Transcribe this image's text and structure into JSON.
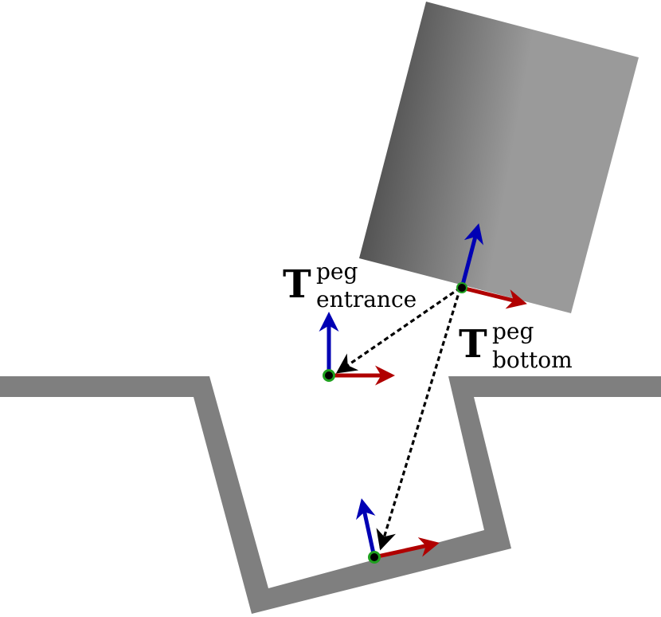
{
  "colors": {
    "background": "#ffffff",
    "hole_wall": "#7f7f7f",
    "peg_dark": "#4a4a4a",
    "peg_light": "#9a9a9a",
    "x_axis": "#b00000",
    "z_axis": "#0000b4",
    "frame_origin_ring": "#1fa01f",
    "frame_origin_dot": "#000000",
    "transform_arrow": "#000000"
  },
  "labels": {
    "entrance": {
      "main": "T",
      "superscript": "peg",
      "subscript": "entrance"
    },
    "bottom": {
      "main": "T",
      "superscript": "peg",
      "subscript": "bottom"
    }
  },
  "frames": [
    {
      "name": "peg-frame",
      "x_axis_color": "x_axis",
      "z_axis_color": "z_axis"
    },
    {
      "name": "entrance-frame",
      "x_axis_color": "x_axis",
      "z_axis_color": "z_axis"
    },
    {
      "name": "bottom-frame",
      "x_axis_color": "x_axis",
      "z_axis_color": "z_axis"
    }
  ],
  "transforms": [
    {
      "name": "entrance-transform-arrow",
      "from": "peg-frame",
      "to": "entrance-frame",
      "style": "dashed"
    },
    {
      "name": "bottom-transform-arrow",
      "from": "peg-frame",
      "to": "bottom-frame",
      "style": "dashed"
    }
  ],
  "icons": {
    "peg": "peg-cylinder-icon",
    "hole": "hole-profile-icon"
  }
}
